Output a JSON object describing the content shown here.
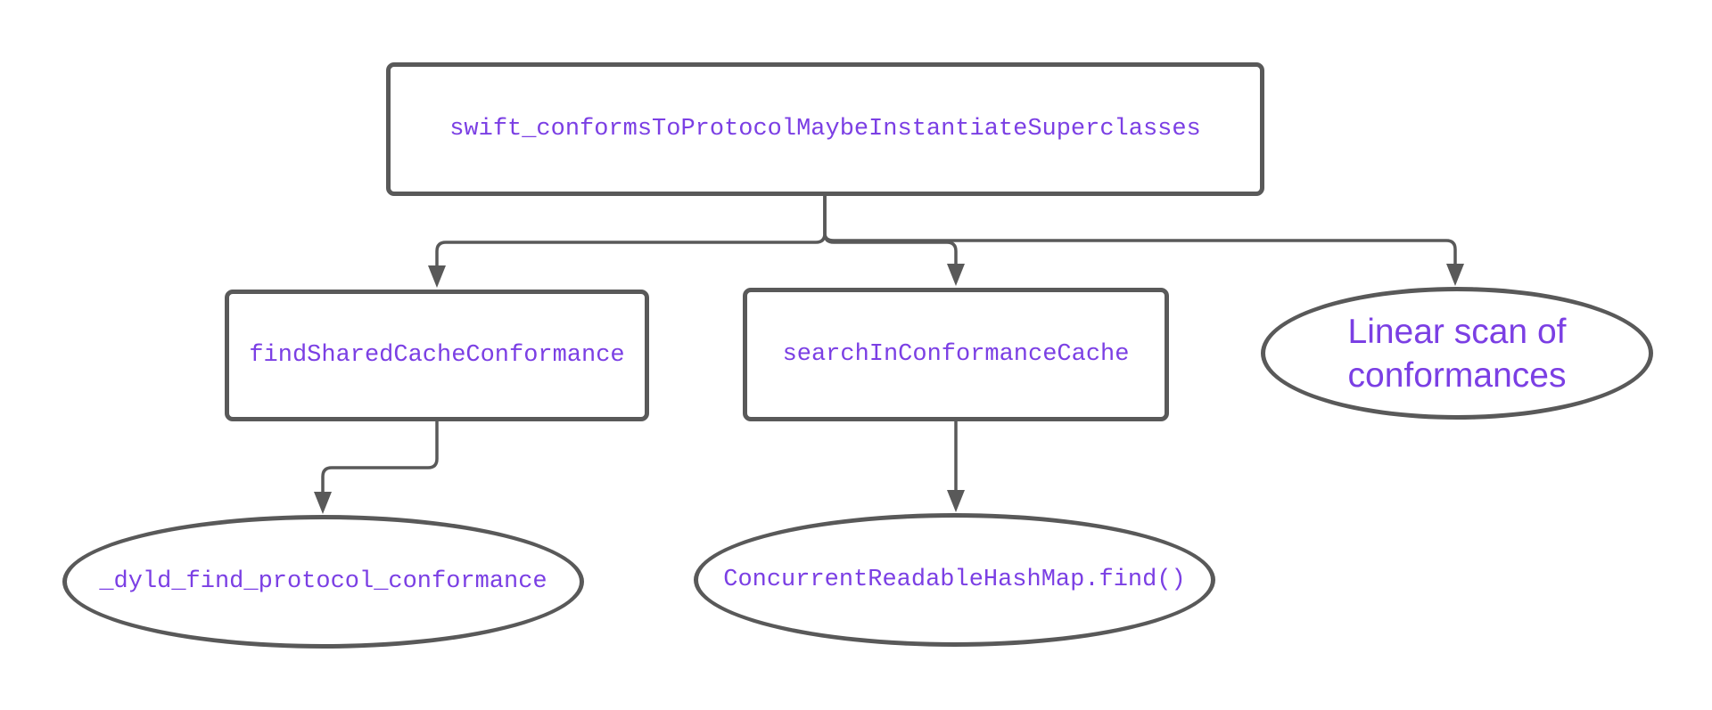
{
  "diagram": {
    "root": {
      "label": "swift_conformsToProtocolMaybeInstantiateSuperclasses"
    },
    "shared_cache": {
      "label": "findSharedCacheConformance"
    },
    "conformance_cache": {
      "label": "searchInConformanceCache"
    },
    "linear_scan": {
      "label": "Linear scan of conformances"
    },
    "dyld": {
      "label": "_dyld_find_protocol_conformance"
    },
    "hashmap": {
      "label": "ConcurrentReadableHashMap.find()"
    }
  },
  "colors": {
    "text": "#7b3fe4",
    "stroke": "#595959",
    "background": "#ffffff"
  }
}
